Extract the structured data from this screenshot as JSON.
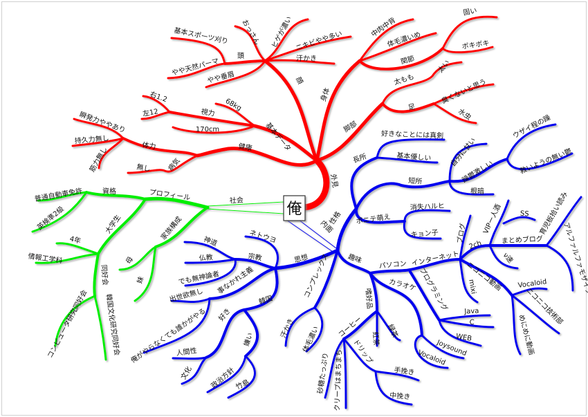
{
  "center": "俺",
  "colors": {
    "appearance": "#ff0000",
    "society": "#00ee00",
    "inner": "#0000ee"
  },
  "appearance": {
    "label": "外見",
    "face": {
      "label": "顔",
      "head": {
        "label": "頭",
        "items": [
          "基本スポーツ刈り",
          "やや天然パーマ"
        ]
      },
      "items": [
        "やや垂眉",
        "おっさん",
        "ヒゲが濃い",
        "ニキビやや多い",
        "汗かき"
      ]
    },
    "body": {
      "label": "身体",
      "items": [
        "中肉中背",
        "体毛濃いめ"
      ],
      "joints": {
        "label": "関節",
        "items": [
          "固い",
          "ボキボキ"
        ]
      }
    },
    "legs": {
      "label": "脚部",
      "thigh": {
        "label": "太もも",
        "items": [
          "太い"
        ]
      },
      "foot": {
        "label": "足",
        "items": [
          "臭くないと思う",
          "水虫"
        ]
      }
    },
    "data": {
      "label": "基本データ",
      "weight": "68kg",
      "height": "170cm",
      "eyesight": {
        "label": "視力",
        "items": [
          "右1.2",
          "左12"
        ]
      }
    },
    "health": {
      "label": "健康",
      "stamina": {
        "label": "体力",
        "items": [
          "瞬発力ややあり",
          "持久力無し",
          "筋力無し"
        ]
      },
      "illness": {
        "label": "病気",
        "items": [
          "無し"
        ]
      }
    }
  },
  "society": {
    "label": "社会",
    "profile": {
      "label": "プロフィール",
      "license": {
        "label": "資格",
        "items": [
          "普通自動車免許",
          "英検準2級"
        ]
      },
      "university": {
        "label": "大学生",
        "items": [
          "4年",
          "情報工学科"
        ],
        "club": {
          "label": "同好会",
          "items": [
            "コンピュータ研究同好会",
            "韓国文化研究同好会"
          ]
        }
      }
    },
    "family": {
      "label": "家族構成",
      "items": [
        "母",
        "妹"
      ]
    }
  },
  "inner": {
    "label": "内面",
    "personality": {
      "label": "性格",
      "strengths": {
        "label": "長所",
        "items": [
          "好きなことには真剣",
          "基本優しい"
        ]
      },
      "weaknesses": {
        "label": "短所",
        "items": [
          "自分に甘い",
          "根暗"
        ],
        "mood": {
          "label": "躁鬱激しい",
          "items": [
            "ウザイ程の躁",
            "救いようの無い鬱"
          ]
        }
      },
      "ponytail": {
        "label": "ポニテ萌え",
        "items": [
          "消失ハルヒ",
          "キョン子"
        ]
      }
    },
    "thought": {
      "label": "思想",
      "netouyo": "ネトウヨ",
      "religion": {
        "label": "宗教",
        "items": [
          "神道",
          "仏教",
          "でも無神論者"
        ]
      },
      "passive": {
        "label": "事なかれ主義",
        "items": [
          "出世欲無し",
          "俺がやらなくても誰かがやる"
        ]
      },
      "korea": {
        "label": "韓国",
        "like": {
          "label": "好き",
          "items": [
            "人間性",
            "文化"
          ]
        },
        "dislike": {
          "label": "嫌い",
          "items": [
            "政治方針",
            "竹島"
          ]
        }
      }
    },
    "complex": {
      "label": "コンプレックス",
      "items": [
        "汗かき",
        "体毛濃い"
      ]
    },
    "hobby": {
      "label": "趣味",
      "pc": {
        "label": "パソコン",
        "internet": {
          "label": "インターネット",
          "items": [
            "ブログ",
            "mixi"
          ],
          "twoch": {
            "label": "2ch",
            "vip": "VIPー人酒",
            "ss": "SS",
            "news": "ν速",
            "matome": {
              "label": "まとめブログ",
              "items": [
                "育児板拾い読み",
                "アルファルファモザイク"
              ]
            }
          },
          "nico": {
            "label": "ニコニコ動画",
            "items": [
              "Vocaloid",
              "ニコニコ技術部",
              "めにめに動画"
            ]
          }
        },
        "programming": {
          "label": "プログラミング",
          "items": [
            "Java",
            "C",
            "WEB"
          ]
        }
      },
      "karaoke": {
        "label": "カラオケ",
        "items": [
          "Joysound",
          "Vocaloid"
        ]
      },
      "luxury": {
        "label": "嗜好品",
        "items": [
          "紅茶",
          "緑茶"
        ],
        "coffee": {
          "label": "コーヒー",
          "items": [
            "砂糖たっぷり",
            "クリープはまちまち"
          ],
          "drip": {
            "label": "ドリップ",
            "items": [
              "手挽き",
              "中挽き"
            ]
          }
        }
      }
    }
  }
}
